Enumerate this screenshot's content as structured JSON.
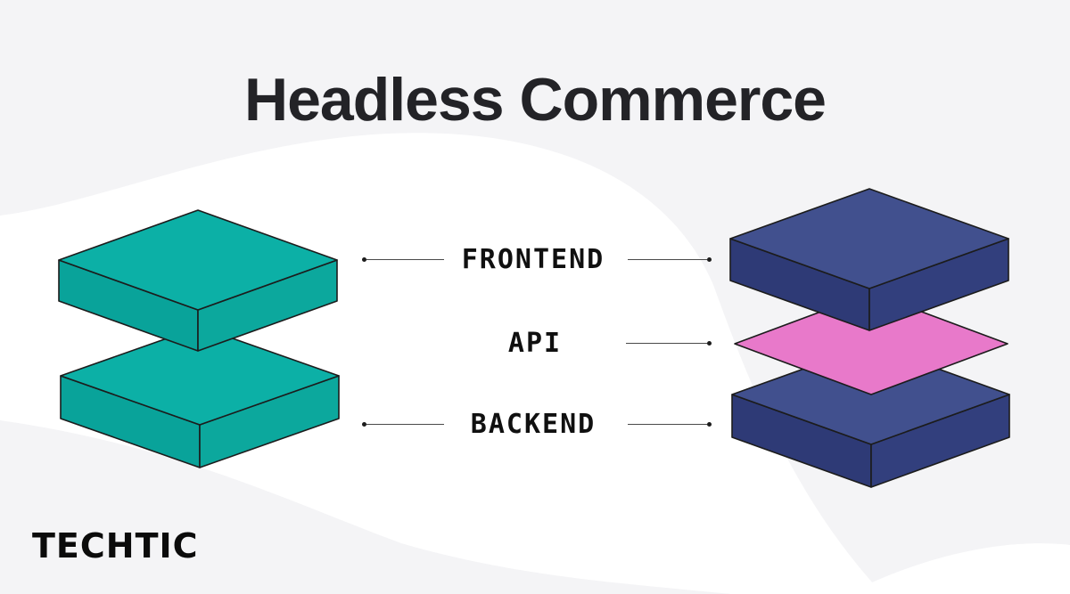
{
  "title": "Headless Commerce",
  "logo": "TECHTIC",
  "layers": [
    {
      "id": "frontend",
      "label": "FRONTEND"
    },
    {
      "id": "api",
      "label": "API"
    },
    {
      "id": "backend",
      "label": "BACKEND"
    }
  ],
  "stacks": {
    "left": {
      "name": "frontend-backend-stack",
      "slabs": 2
    },
    "right": {
      "name": "headless-stack",
      "slabs": 3,
      "middle_layer": "API"
    }
  },
  "colors": {
    "background": "#f4f4f6",
    "wave": "#ffffff",
    "teal_top": "#0cb0a6",
    "teal_side_left": "#09a39a",
    "teal_side_right": "#0ca89d",
    "navy_top": "#41508e",
    "navy_side_left": "#2e3a76",
    "navy_side_right": "#323f7d",
    "pink": "#e879ca",
    "outline": "#1c1c1c",
    "connector_line": "#4a4a4a",
    "connector_dot": "#1c1c1c",
    "title_text": "#232327",
    "label_text": "#101010",
    "logo_text": "#0b0b0b"
  }
}
